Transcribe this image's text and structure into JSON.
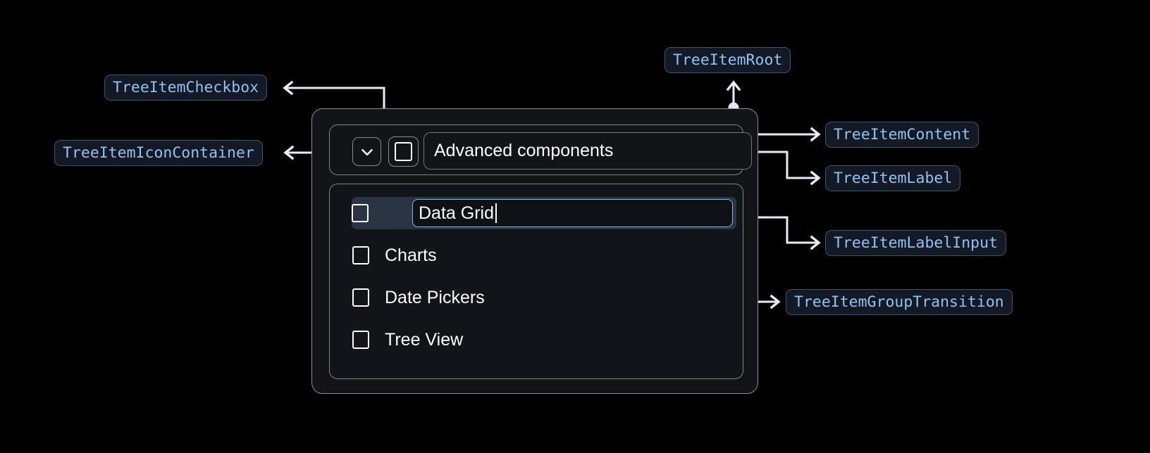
{
  "page": {
    "background": "#000000",
    "accent_label_text": "#93c2f2",
    "accent_label_border": "#3d546f",
    "accent_label_bg": "#131a25",
    "connector_color": "#e8edf4"
  },
  "annotations": [
    {
      "id": "tree-item-checkbox",
      "label": "TreeItemCheckbox"
    },
    {
      "id": "tree-item-icon-container",
      "label": "TreeItemIconContainer"
    },
    {
      "id": "tree-item-root",
      "label": "TreeItemRoot"
    },
    {
      "id": "tree-item-content",
      "label": "TreeItemContent"
    },
    {
      "id": "tree-item-label",
      "label": "TreeItemLabel"
    },
    {
      "id": "tree-item-label-input",
      "label": "TreeItemLabelInput"
    },
    {
      "id": "tree-item-group-transition",
      "label": "TreeItemGroupTransition"
    }
  ],
  "tree": {
    "root_item": {
      "label": "Advanced components",
      "expanded": true,
      "checked": false,
      "expand_icon": "chevron-down-icon"
    },
    "children": [
      {
        "label": "Data Grid",
        "checked": false,
        "editing": true,
        "selected": true
      },
      {
        "label": "Charts",
        "checked": false,
        "editing": false,
        "selected": false
      },
      {
        "label": "Date Pickers",
        "checked": false,
        "editing": false,
        "selected": false
      },
      {
        "label": "Tree View",
        "checked": false,
        "editing": false,
        "selected": false
      }
    ],
    "editing_value": "Data Grid"
  }
}
